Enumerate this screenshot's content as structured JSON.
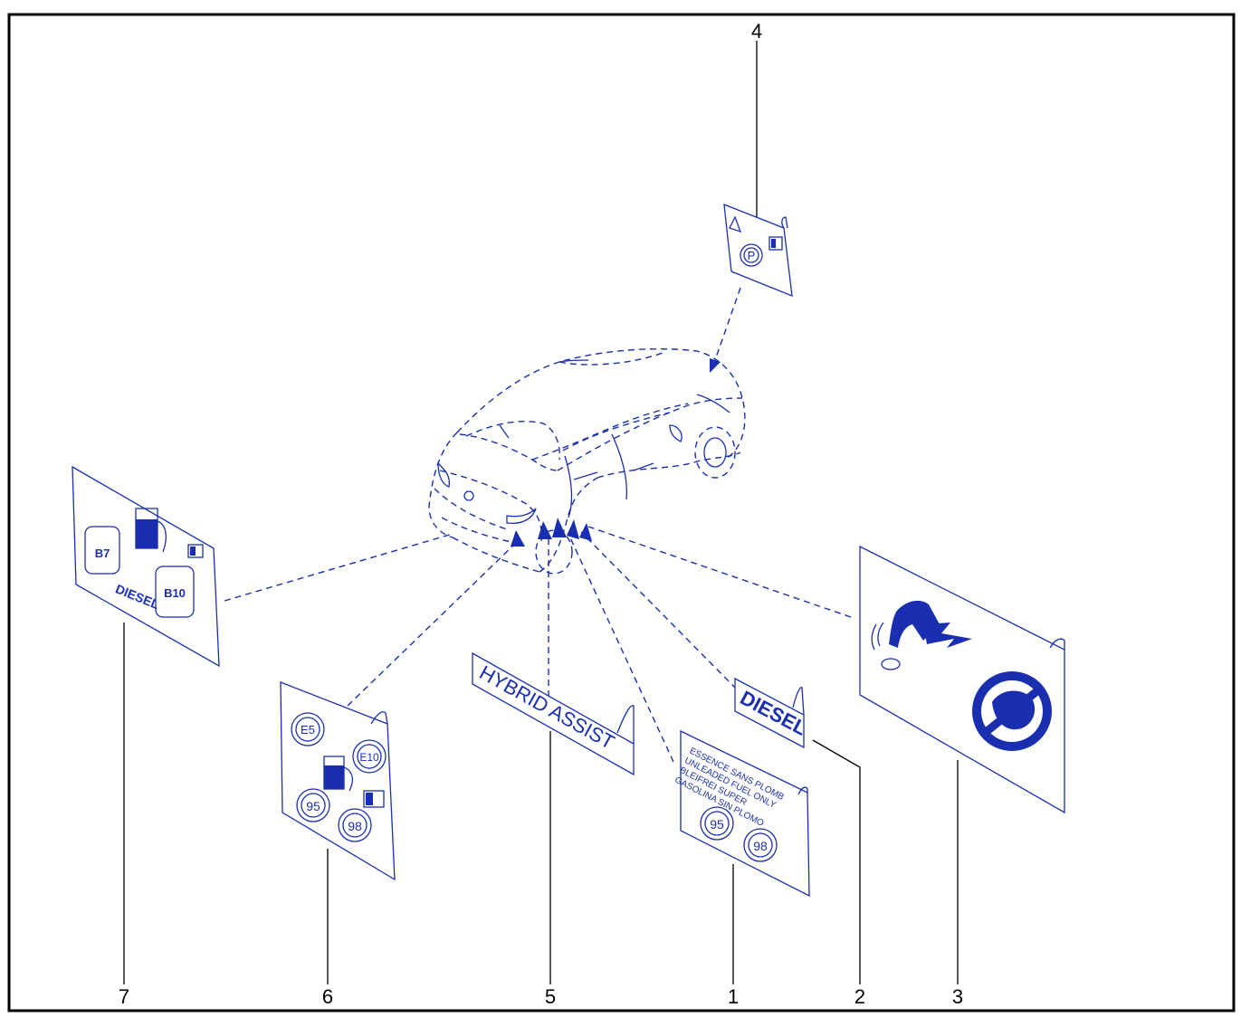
{
  "callouts": {
    "n1": "1",
    "n2": "2",
    "n3": "3",
    "n4": "4",
    "n5": "5",
    "n6": "6",
    "n7": "7"
  },
  "label1": {
    "lines": [
      "ESSENCE SANS PLOMB",
      "UNLEADED FUEL ONLY",
      "BLEIFREI SUPER",
      "GASOLINA SIN PLOMO"
    ],
    "octane_a": "95",
    "octane_b": "98"
  },
  "label2": {
    "text": "DIESEL"
  },
  "label4": {
    "park_symbol": "P"
  },
  "label5": {
    "text": "HYBRID ASSIST"
  },
  "label6": {
    "e5": "E5",
    "e10": "E10",
    "octane_a": "95",
    "octane_b": "98"
  },
  "label7": {
    "b7": "B7",
    "b10": "B10",
    "fuel": "DIESEL"
  },
  "icons": {
    "warning": "warning-triangle-icon",
    "manual": "owner-manual-icon",
    "pump": "fuel-pump-icon",
    "battery_hazard": "electric-shock-hazard-icon",
    "no_mist": "prohibition-icon"
  },
  "colors": {
    "line_art": "#1a2fb0",
    "frame": "#000000"
  }
}
